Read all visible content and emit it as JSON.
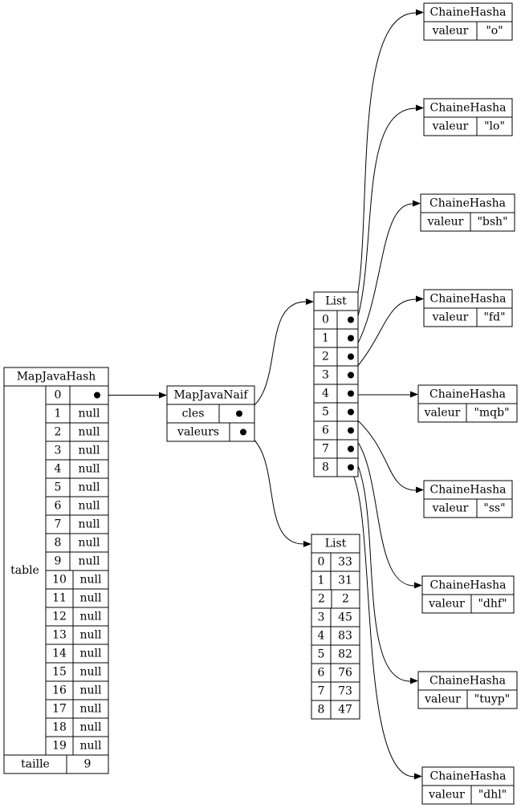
{
  "map_hash": {
    "title": "MapJavaHash",
    "table_label": "table",
    "slots": [
      {
        "index": "0",
        "value": ""
      },
      {
        "index": "1",
        "value": "null"
      },
      {
        "index": "2",
        "value": "null"
      },
      {
        "index": "3",
        "value": "null"
      },
      {
        "index": "4",
        "value": "null"
      },
      {
        "index": "5",
        "value": "null"
      },
      {
        "index": "6",
        "value": "null"
      },
      {
        "index": "7",
        "value": "null"
      },
      {
        "index": "8",
        "value": "null"
      },
      {
        "index": "9",
        "value": "null"
      },
      {
        "index": "10",
        "value": "null"
      },
      {
        "index": "11",
        "value": "null"
      },
      {
        "index": "12",
        "value": "null"
      },
      {
        "index": "13",
        "value": "null"
      },
      {
        "index": "14",
        "value": "null"
      },
      {
        "index": "15",
        "value": "null"
      },
      {
        "index": "16",
        "value": "null"
      },
      {
        "index": "17",
        "value": "null"
      },
      {
        "index": "18",
        "value": "null"
      },
      {
        "index": "19",
        "value": "null"
      }
    ],
    "taille_label": "taille",
    "taille_value": "9"
  },
  "map_naif": {
    "title": "MapJavaNaif",
    "cles_label": "cles",
    "valeurs_label": "valeurs"
  },
  "keys_list": {
    "title": "List",
    "indices": [
      "0",
      "1",
      "2",
      "3",
      "4",
      "5",
      "6",
      "7",
      "8"
    ]
  },
  "values_list": {
    "title": "List",
    "rows": [
      {
        "index": "0",
        "value": "33"
      },
      {
        "index": "1",
        "value": "31"
      },
      {
        "index": "2",
        "value": "2"
      },
      {
        "index": "3",
        "value": "45"
      },
      {
        "index": "4",
        "value": "83"
      },
      {
        "index": "5",
        "value": "82"
      },
      {
        "index": "6",
        "value": "76"
      },
      {
        "index": "7",
        "value": "73"
      },
      {
        "index": "8",
        "value": "47"
      }
    ]
  },
  "chaines": [
    {
      "title": "ChaineHasha",
      "label": "valeur",
      "value": "\"o\""
    },
    {
      "title": "ChaineHasha",
      "label": "valeur",
      "value": "\"lo\""
    },
    {
      "title": "ChaineHasha",
      "label": "valeur",
      "value": "\"bsh\""
    },
    {
      "title": "ChaineHasha",
      "label": "valeur",
      "value": "\"fd\""
    },
    {
      "title": "ChaineHasha",
      "label": "valeur",
      "value": "\"mqb\""
    },
    {
      "title": "ChaineHasha",
      "label": "valeur",
      "value": "\"ss\""
    },
    {
      "title": "ChaineHasha",
      "label": "valeur",
      "value": "\"dhf\""
    },
    {
      "title": "ChaineHasha",
      "label": "valeur",
      "value": "\"tuyp\""
    },
    {
      "title": "ChaineHasha",
      "label": "valeur",
      "value": "\"dhl\""
    }
  ]
}
